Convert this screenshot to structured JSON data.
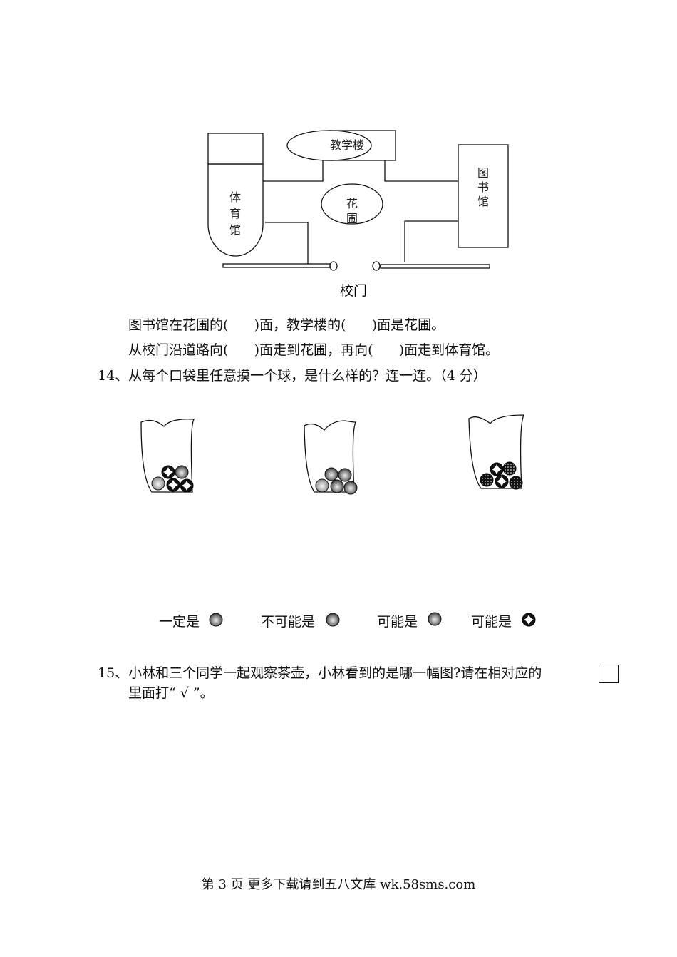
{
  "map": {
    "teaching_building": "教学楼",
    "gym": [
      "体",
      "育",
      "馆"
    ],
    "library": [
      "图",
      "书",
      "馆"
    ],
    "garden": [
      "花",
      "圃"
    ],
    "gate": "校门"
  },
  "q13": {
    "line1": "图书馆在花圃的(      )面，教学楼的(      )面是花圃。",
    "line2": "从校门沿道路向(      )面走到花圃，再向(      )面走到体育馆。"
  },
  "q14": {
    "prompt": "14、从每个口袋里任意摸一个球，是什么样的？连一连。（4 分）",
    "options": [
      "一定是",
      "不可能是",
      "可能是",
      "可能是"
    ]
  },
  "q15": {
    "line1": "15、小林和三个同学一起观察茶壶，小林看到的是哪一幅图?请在相对应的",
    "line2": "里面打“ √ ”。"
  },
  "footer": "第 3 页 更多下载请到五八文库 wk.58sms.com"
}
